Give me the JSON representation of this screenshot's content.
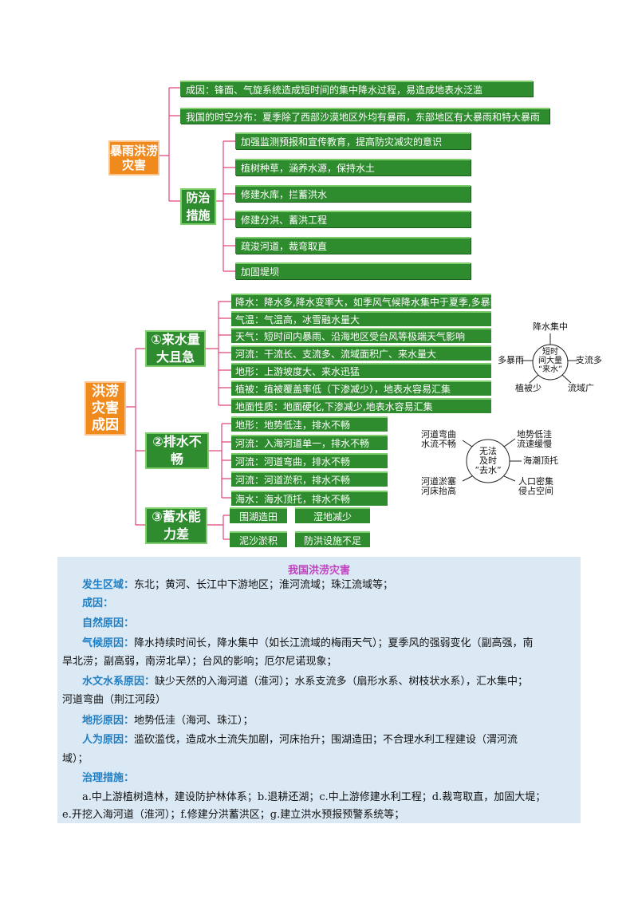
{
  "sec1": {
    "main": "暴雨洪涝灾害",
    "cause": "成因：锋面、气旋系统造成短时间的集中降水过程，易造成地表水泛滥",
    "distribution": "我国的时空分布：夏季除了西部沙漠地区外均有暴雨，东部地区有大暴雨和特大暴雨",
    "measures_label": "防治措施",
    "measures": [
      "加强监测预报和宣传教育，提高防灾减灾的意识",
      "植树种草，涵养水源，保持水土",
      "修建水库，拦蓄洪水",
      "修建分洪、蓄洪工程",
      "疏浚河道，裁弯取直",
      "加固堤坝"
    ]
  },
  "sec2": {
    "main": "洪涝灾害成因",
    "b1": "①来水量大且急",
    "b1_items": [
      "降水：降水多,降水变率大，如季风气候降水集中于夏季,多暴雨",
      "气温：气温高，冰雪融水量大",
      "天气：短时间内暴雨、沿海地区受台风等极端天气影响",
      "河流：干流长、支流多、流域面积广、来水量大",
      "地形：上游坡度大、来水迅猛",
      "植被：植被覆盖率低（下渗减少），地表水容易汇集",
      "地面性质：地面硬化,下渗减少,地表水容易汇集"
    ],
    "b2": "②排水不畅",
    "b2_items": [
      "地形：地势低洼，排水不畅",
      "河流：入海河道单一，排水不畅",
      "河流：河道弯曲，排水不畅",
      "河流：河道淤积，排水不畅",
      "海水：海水顶托，排水不畅"
    ],
    "b3": "③蓄水能力差",
    "b3_items": [
      "围湖造田",
      "湿地减少",
      "泥沙淤积",
      "防洪设施不足"
    ]
  },
  "diagram1": {
    "center": [
      "短时",
      "间大量",
      "“来水”"
    ],
    "labels": {
      "top": "降水集中",
      "left": "多暴雨",
      "right": "支流多",
      "bottom_left": "植被少",
      "bottom_right": "流域广"
    }
  },
  "diagram2": {
    "center": [
      "无法",
      "及时",
      "“去水”"
    ],
    "labels": {
      "tl1": "河道弯曲",
      "tl2": "水流不畅",
      "tr1": "地势低洼",
      "tr2": "流速缓慢",
      "r": "海潮顶托",
      "br1": "人口密集",
      "br2": "侵占空间",
      "bl1": "河道淤塞",
      "bl2": "河床抬高"
    }
  },
  "panel": {
    "title": "我国洪涝灾害",
    "region_k": "发生区域：",
    "region_v": "东北；黄河、长江中下游地区；淮河流域；珠江流域等；",
    "cause_k": "成因：",
    "natural_k": "自然原因：",
    "climate_k": "气候原因：",
    "climate_v1": "降水持续时间长，降水集中（如长江流域的梅雨天气）；夏季风的强弱变化（副高强，南",
    "climate_v2": "旱北涝；副高弱，南涝北旱）；台风的影响；厄尔尼诺现象；",
    "water_k": "水文水系原因：",
    "water_v1": "缺少天然的入海河道（淮河）；水系支流多（扇形水系、树枝状水系），汇水集中；",
    "water_v2": "河道弯曲（荆江河段）",
    "terrain_k": "地形原因：",
    "terrain_v": "地势低洼（海河、珠江）；",
    "human_k": "人为原因：",
    "human_v1": "滥砍滥伐，造成水土流失加剧，河床抬升；围湖造田；不合理水利工程建设（渭河流",
    "human_v2": "域）；",
    "measure_k": "治理措施：",
    "measure_v1": "a.中上游植树造林，建设防护林体系；b.退耕还湖；c.中上游修建水利工程；d.裁弯取直，加固大堤；",
    "measure_v2": "e.开挖入海河道（淮河）；f.修建分洪蓄洪区；g.建立洪水预报预警系统等；"
  }
}
